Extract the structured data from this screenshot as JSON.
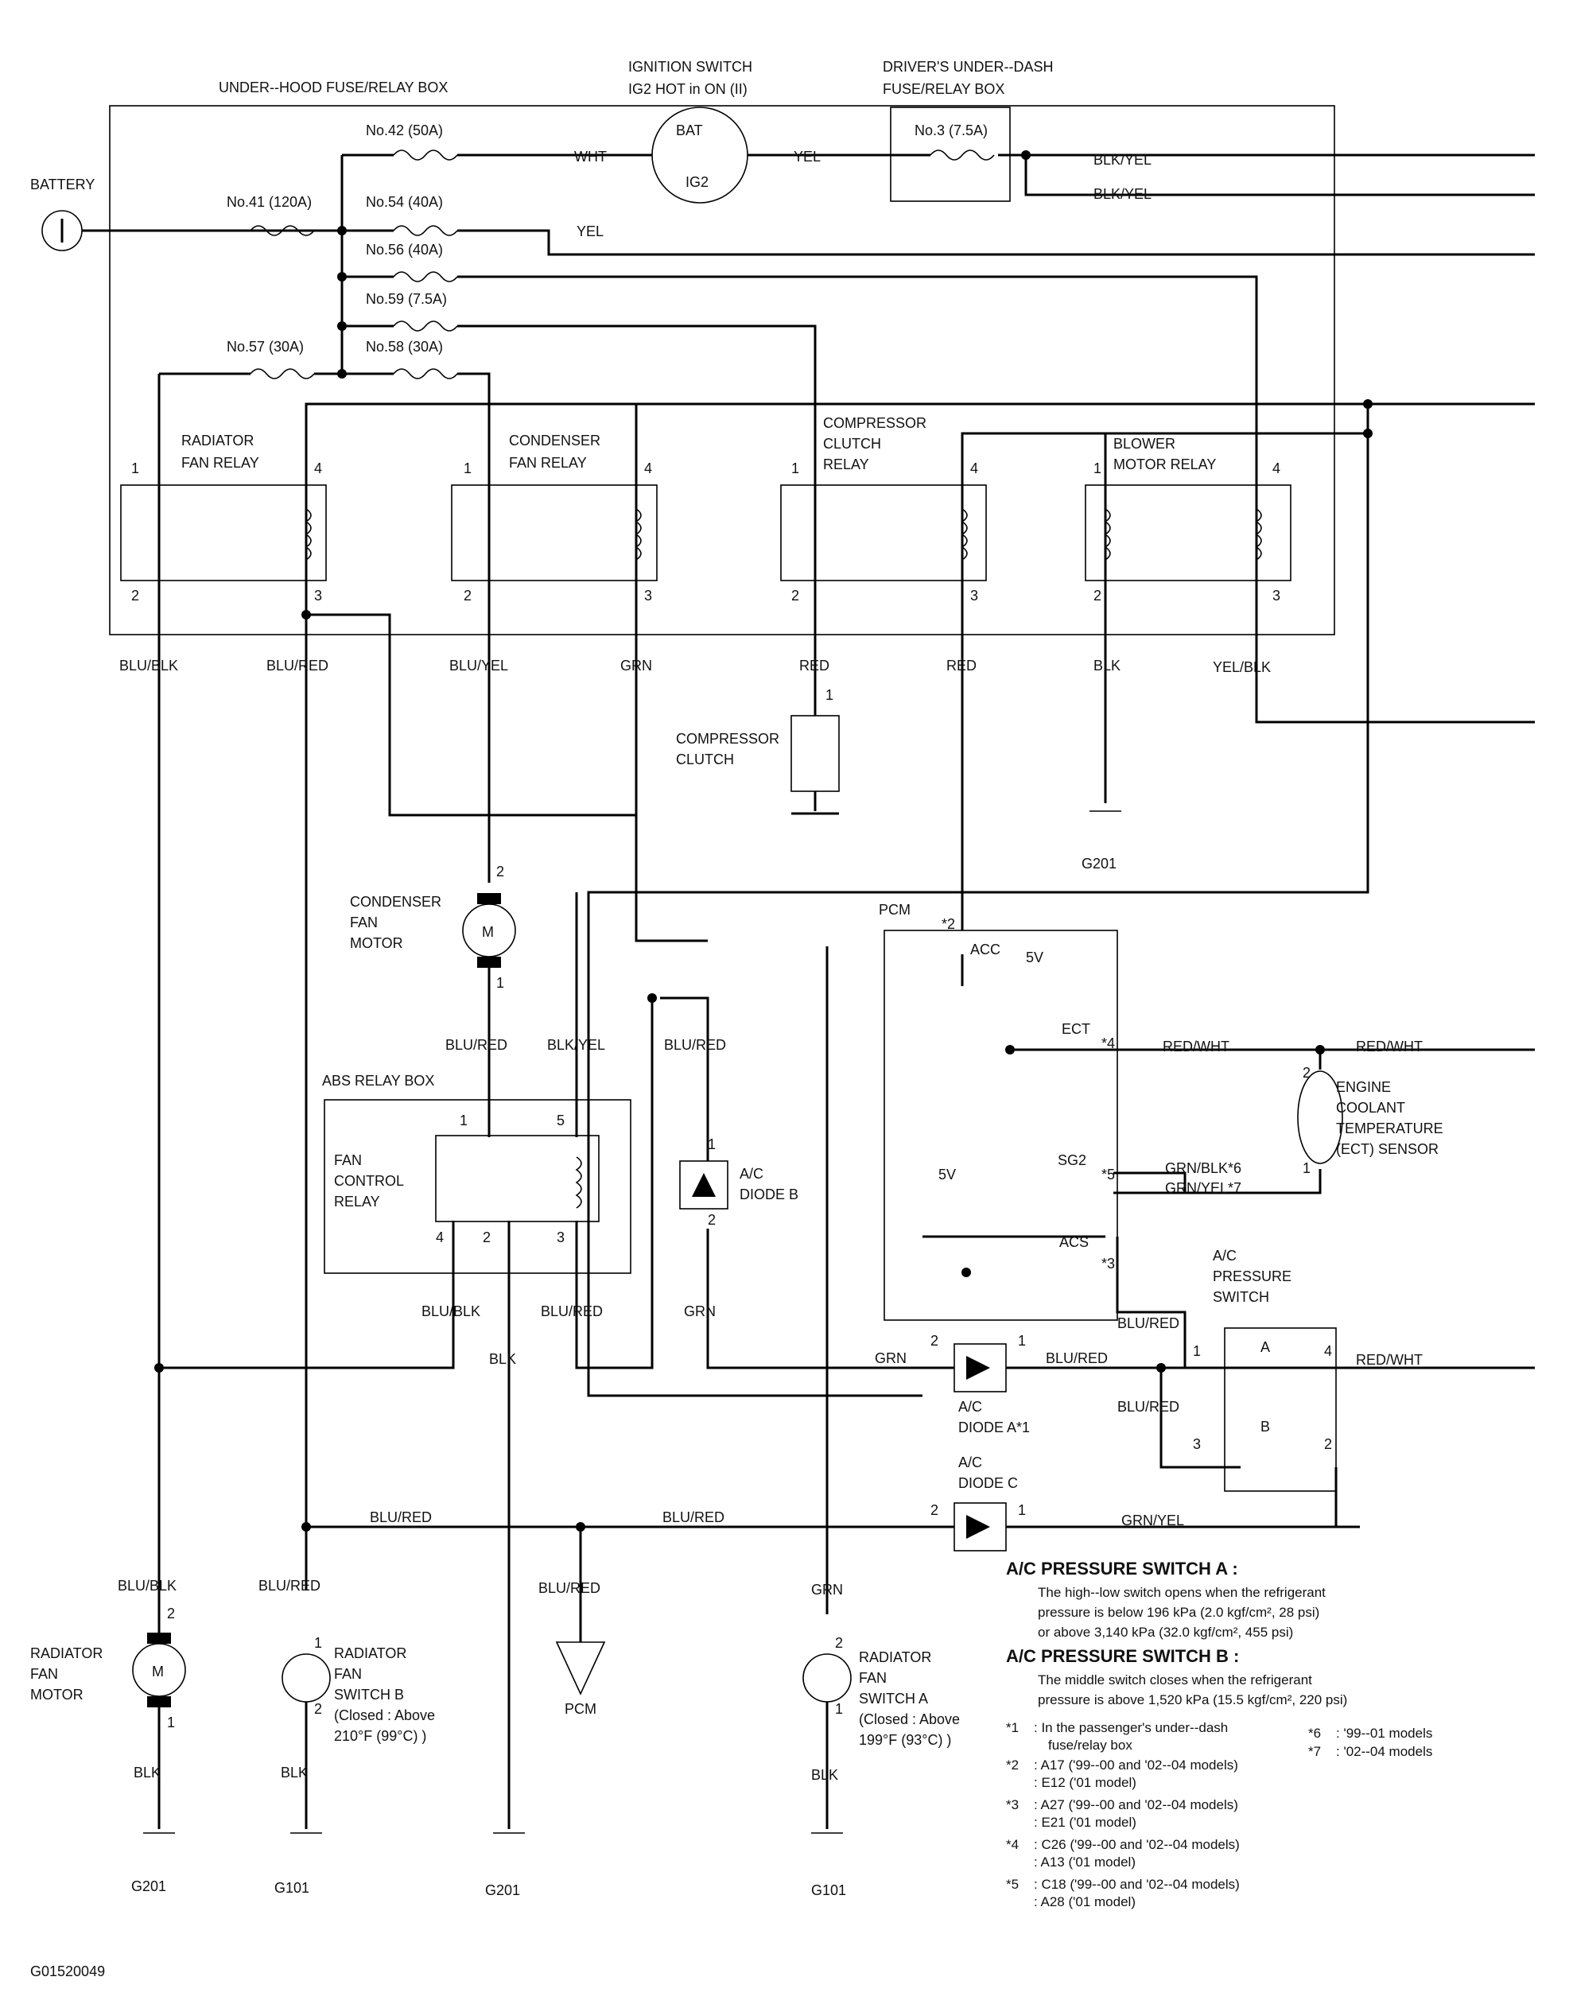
{
  "components": {
    "battery": "BATTERY",
    "underhood_box": "UNDER--HOOD FUSE/RELAY BOX",
    "ignition_switch": [
      "IGNITION SWITCH",
      "IG2 HOT in ON (II)"
    ],
    "bat": "BAT",
    "ig2": "IG2",
    "dash_box": [
      "DRIVER'S UNDER--DASH",
      "FUSE/RELAY BOX"
    ],
    "radiator_fan_relay": [
      "RADIATOR",
      "FAN RELAY"
    ],
    "condenser_fan_relay": [
      "CONDENSER",
      "FAN RELAY"
    ],
    "compressor_clutch_relay": [
      "COMPRESSOR",
      "CLUTCH",
      "RELAY"
    ],
    "blower_motor_relay": [
      "BLOWER",
      "MOTOR RELAY"
    ],
    "compressor_clutch": [
      "COMPRESSOR",
      "CLUTCH"
    ],
    "condenser_fan_motor": [
      "CONDENSER",
      "FAN",
      "MOTOR"
    ],
    "abs_relay_box": "ABS RELAY BOX",
    "fan_control_relay": [
      "FAN",
      "CONTROL",
      "RELAY"
    ],
    "ac_diode_b": [
      "A/C",
      "DIODE B"
    ],
    "ac_diode_a": [
      "A/C",
      "DIODE A*1"
    ],
    "ac_diode_c": [
      "A/C",
      "DIODE C"
    ],
    "pcm": "PCM",
    "pcm_ground": "PCM",
    "acc": "ACC",
    "ect": "ECT",
    "sg2": "SG2",
    "acs": "ACS",
    "five_v": "5V",
    "ect_sensor": [
      "ENGINE",
      "COOLANT",
      "TEMPERATURE",
      "(ECT) SENSOR"
    ],
    "ac_pressure_switch": [
      "A/C",
      "PRESSURE",
      "SWITCH"
    ],
    "switch_a": "A",
    "switch_b": "B",
    "motor_m": "M",
    "radiator_fan_motor": [
      "RADIATOR",
      "FAN",
      "MOTOR"
    ],
    "radiator_fan_switch_b": [
      "RADIATOR",
      "FAN",
      "SWITCH B",
      "(Closed : Above",
      "210°F (99°C) )"
    ],
    "radiator_fan_switch_a": [
      "RADIATOR",
      "FAN",
      "SWITCH A",
      "(Closed : Above",
      "199°F (93°C) )"
    ]
  },
  "fuses": {
    "no42": "No.42 (50A)",
    "no41": "No.41 (120A)",
    "no54": "No.54 (40A)",
    "no56": "No.56 (40A)",
    "no59": "No.59 (7.5A)",
    "no57": "No.57 (30A)",
    "no58": "No.58 (30A)",
    "no3": "No.3 (7.5A)"
  },
  "wires": {
    "wht": "WHT",
    "yel": "YEL",
    "blk_yel": "BLK/YEL",
    "blu_blk": "BLU/BLK",
    "blu_red": "BLU/RED",
    "blu_yel": "BLU/YEL",
    "grn": "GRN",
    "red": "RED",
    "blk": "BLK",
    "yel_blk": "YEL/BLK",
    "red_wht": "RED/WHT",
    "grn_blk": "GRN/BLK*6",
    "grn_yel_star": "GRN/YEL*7",
    "grn_yel": "GRN/YEL"
  },
  "pins": {
    "p1": "1",
    "p2": "2",
    "p3": "3",
    "p4": "4",
    "p5": "5",
    "pcm_2": "*2",
    "pcm_3": "*3",
    "pcm_4": "*4",
    "pcm_5": "*5"
  },
  "grounds": {
    "g201": "G201",
    "g101": "G101"
  },
  "notes": {
    "switch_a_title": "A/C PRESSURE SWITCH A :",
    "switch_a_lines": [
      "The high--low switch opens when the refrigerant",
      "pressure is below 196 kPa (2.0 kgf/cm², 28 psi)",
      "or above 3,140 kPa (32.0 kgf/cm², 455 psi)"
    ],
    "switch_b_title": "A/C PRESSURE SWITCH B :",
    "switch_b_lines": [
      "The middle switch closes when the refrigerant",
      "pressure is above 1,520 kPa (15.5 kgf/cm², 220 psi)"
    ],
    "footnotes": [
      {
        "mark": "*1",
        "lines": [
          ": In the passenger's under--dash",
          "fuse/relay box"
        ]
      },
      {
        "mark": "*2",
        "lines": [
          ": A17 ('99--00 and '02--04 models)",
          ": E12 ('01 model)"
        ]
      },
      {
        "mark": "*3",
        "lines": [
          ": A27 ('99--00 and '02--04 models)",
          ": E21 ('01 model)"
        ]
      },
      {
        "mark": "*4",
        "lines": [
          ": C26 ('99--00 and '02--04 models)",
          ": A13 ('01 model)"
        ]
      },
      {
        "mark": "*5",
        "lines": [
          ": C18 ('99--00 and '02--04 models)",
          ": A28 ('01 model)"
        ]
      },
      {
        "mark": "*6",
        "lines": [
          ": '99--01 models"
        ]
      },
      {
        "mark": "*7",
        "lines": [
          ": '02--04 models"
        ]
      }
    ]
  },
  "diagram_code": "G01520049"
}
